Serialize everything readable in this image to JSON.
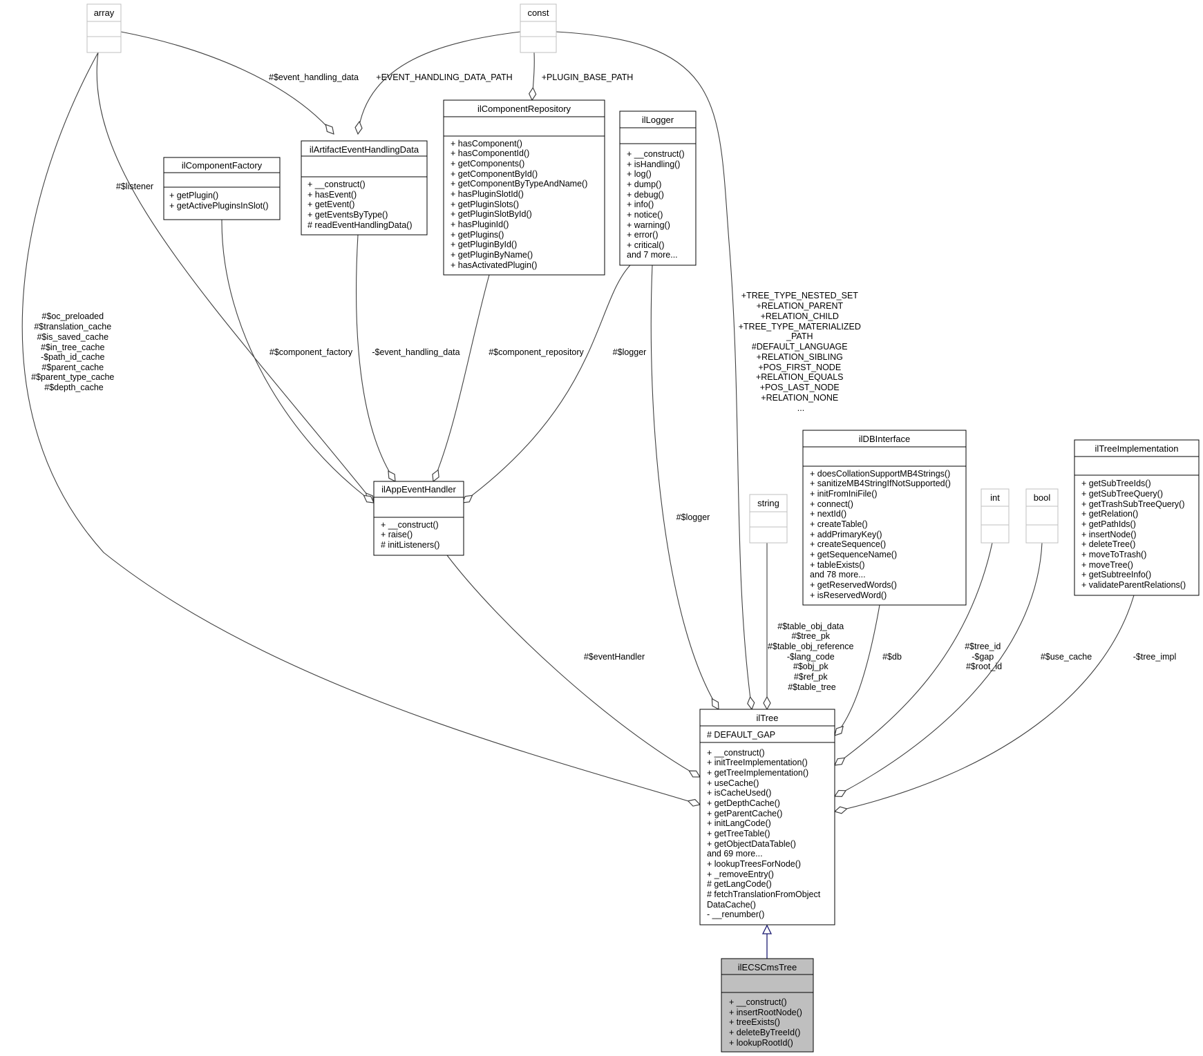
{
  "classes": {
    "array": {
      "name": "array",
      "attributes": [],
      "methods": []
    },
    "const": {
      "name": "const",
      "attributes": [],
      "methods": []
    },
    "ilComponentFactory": {
      "name": "ilComponentFactory",
      "attributes": [],
      "methods": [
        "+ getPlugin()",
        "+ getActivePluginsInSlot()"
      ]
    },
    "ilArtifactEventHandlingData": {
      "name": "ilArtifactEventHandlingData",
      "attributes": [],
      "methods": [
        "+ __construct()",
        "+ hasEvent()",
        "+ getEvent()",
        "+ getEventsByType()",
        "# readEventHandlingData()"
      ]
    },
    "ilComponentRepository": {
      "name": "ilComponentRepository",
      "attributes": [],
      "methods": [
        "+ hasComponent()",
        "+ hasComponentId()",
        "+ getComponents()",
        "+ getComponentById()",
        "+ getComponentByTypeAndName()",
        "+ hasPluginSlotId()",
        "+ getPluginSlots()",
        "+ getPluginSlotById()",
        "+ hasPluginId()",
        "+ getPlugins()",
        "+ getPluginById()",
        "+ getPluginByName()",
        "+ hasActivatedPlugin()"
      ]
    },
    "ilLogger": {
      "name": "ilLogger",
      "attributes": [],
      "methods": [
        "+ __construct()",
        "+ isHandling()",
        "+ log()",
        "+ dump()",
        "+ debug()",
        "+ info()",
        "+ notice()",
        "+ warning()",
        "+ error()",
        "+ critical()",
        "and 7 more..."
      ]
    },
    "ilAppEventHandler": {
      "name": "ilAppEventHandler",
      "attributes": [],
      "methods": [
        "+ __construct()",
        "+ raise()",
        "# initListeners()"
      ]
    },
    "string": {
      "name": "string",
      "attributes": [],
      "methods": []
    },
    "ilDBInterface": {
      "name": "ilDBInterface",
      "attributes": [],
      "methods": [
        "+ doesCollationSupportMB4Strings()",
        "+ sanitizeMB4StringIfNotSupported()",
        "+ initFromIniFile()",
        "+ connect()",
        "+ nextId()",
        "+ createTable()",
        "+ addPrimaryKey()",
        "+ createSequence()",
        "+ getSequenceName()",
        "+ tableExists()",
        "and 78 more...",
        "+ getReservedWords()",
        "+ isReservedWord()"
      ]
    },
    "int": {
      "name": "int",
      "attributes": [],
      "methods": []
    },
    "bool": {
      "name": "bool",
      "attributes": [],
      "methods": []
    },
    "ilTreeImplementation": {
      "name": "ilTreeImplementation",
      "attributes": [],
      "methods": [
        "+ getSubTreeIds()",
        "+ getSubTreeQuery()",
        "+ getTrashSubTreeQuery()",
        "+ getRelation()",
        "+ getPathIds()",
        "+ insertNode()",
        "+ deleteTree()",
        "+ moveToTrash()",
        "+ moveTree()",
        "+ getSubtreeInfo()",
        "+ validateParentRelations()"
      ]
    },
    "ilTree": {
      "name": "ilTree",
      "attributes": [
        "# DEFAULT_GAP"
      ],
      "methods": [
        "+ __construct()",
        "+ initTreeImplementation()",
        "+ getTreeImplementation()",
        "+ useCache()",
        "+ isCacheUsed()",
        "+ getDepthCache()",
        "+ getParentCache()",
        "+ initLangCode()",
        "+ getTreeTable()",
        "+ getObjectDataTable()",
        "and 69 more...",
        "+ lookupTreesForNode()",
        "+ _removeEntry()",
        "# getLangCode()",
        "# fetchTranslationFromObject",
        "DataCache()",
        "- __renumber()"
      ]
    },
    "ilECSCmsTree": {
      "name": "ilECSCmsTree",
      "attributes": [],
      "methods": [
        "+ __construct()",
        "+ insertRootNode()",
        "+ treeExists()",
        "+ deleteByTreeId()",
        "+ lookupRootId()"
      ]
    }
  },
  "edges": {
    "array_artifact": [
      "#$event_handling_data"
    ],
    "const_artifact": [
      "+EVENT_HANDLING_DATA_PATH"
    ],
    "const_repo": [
      "+PLUGIN_BASE_PATH"
    ],
    "array_app": [
      "#$listener"
    ],
    "factory_app": [
      "#$component_factory"
    ],
    "artifact_app": [
      "-$event_handling_data"
    ],
    "repo_app": [
      "#$component_repository"
    ],
    "logger_app": [
      "#$logger"
    ],
    "array_iltree": [
      "#$oc_preloaded",
      "#$translation_cache",
      "#$is_saved_cache",
      "#$in_tree_cache",
      "-$path_id_cache",
      "#$parent_cache",
      "#$parent_type_cache",
      "#$depth_cache"
    ],
    "const_iltree": [
      "+TREE_TYPE_NESTED_SET",
      "+RELATION_PARENT",
      "+RELATION_CHILD",
      "+TREE_TYPE_MATERIALIZED",
      "_PATH",
      "#DEFAULT_LANGUAGE",
      "+RELATION_SIBLING",
      "+POS_FIRST_NODE",
      "+RELATION_EQUALS",
      "+POS_LAST_NODE",
      "+RELATION_NONE",
      "..."
    ],
    "app_iltree": [
      "#$eventHandler"
    ],
    "logger_iltree": [
      "#$logger"
    ],
    "string_iltree": [
      "#$table_obj_data",
      "#$tree_pk",
      "#$table_obj_reference",
      "-$lang_code",
      "#$obj_pk",
      "#$ref_pk",
      "#$table_tree"
    ],
    "db_iltree": [
      "#$db"
    ],
    "int_iltree": [
      "#$tree_id",
      "-$gap",
      "#$root_id"
    ],
    "bool_iltree": [
      "#$use_cache"
    ],
    "impl_iltree": [
      "-$tree_impl"
    ]
  },
  "colors": {
    "line": "#404040",
    "gray_box": "#bfbfbf",
    "highlight_fill": "#bfbfbf",
    "inheritance": "#191970"
  }
}
